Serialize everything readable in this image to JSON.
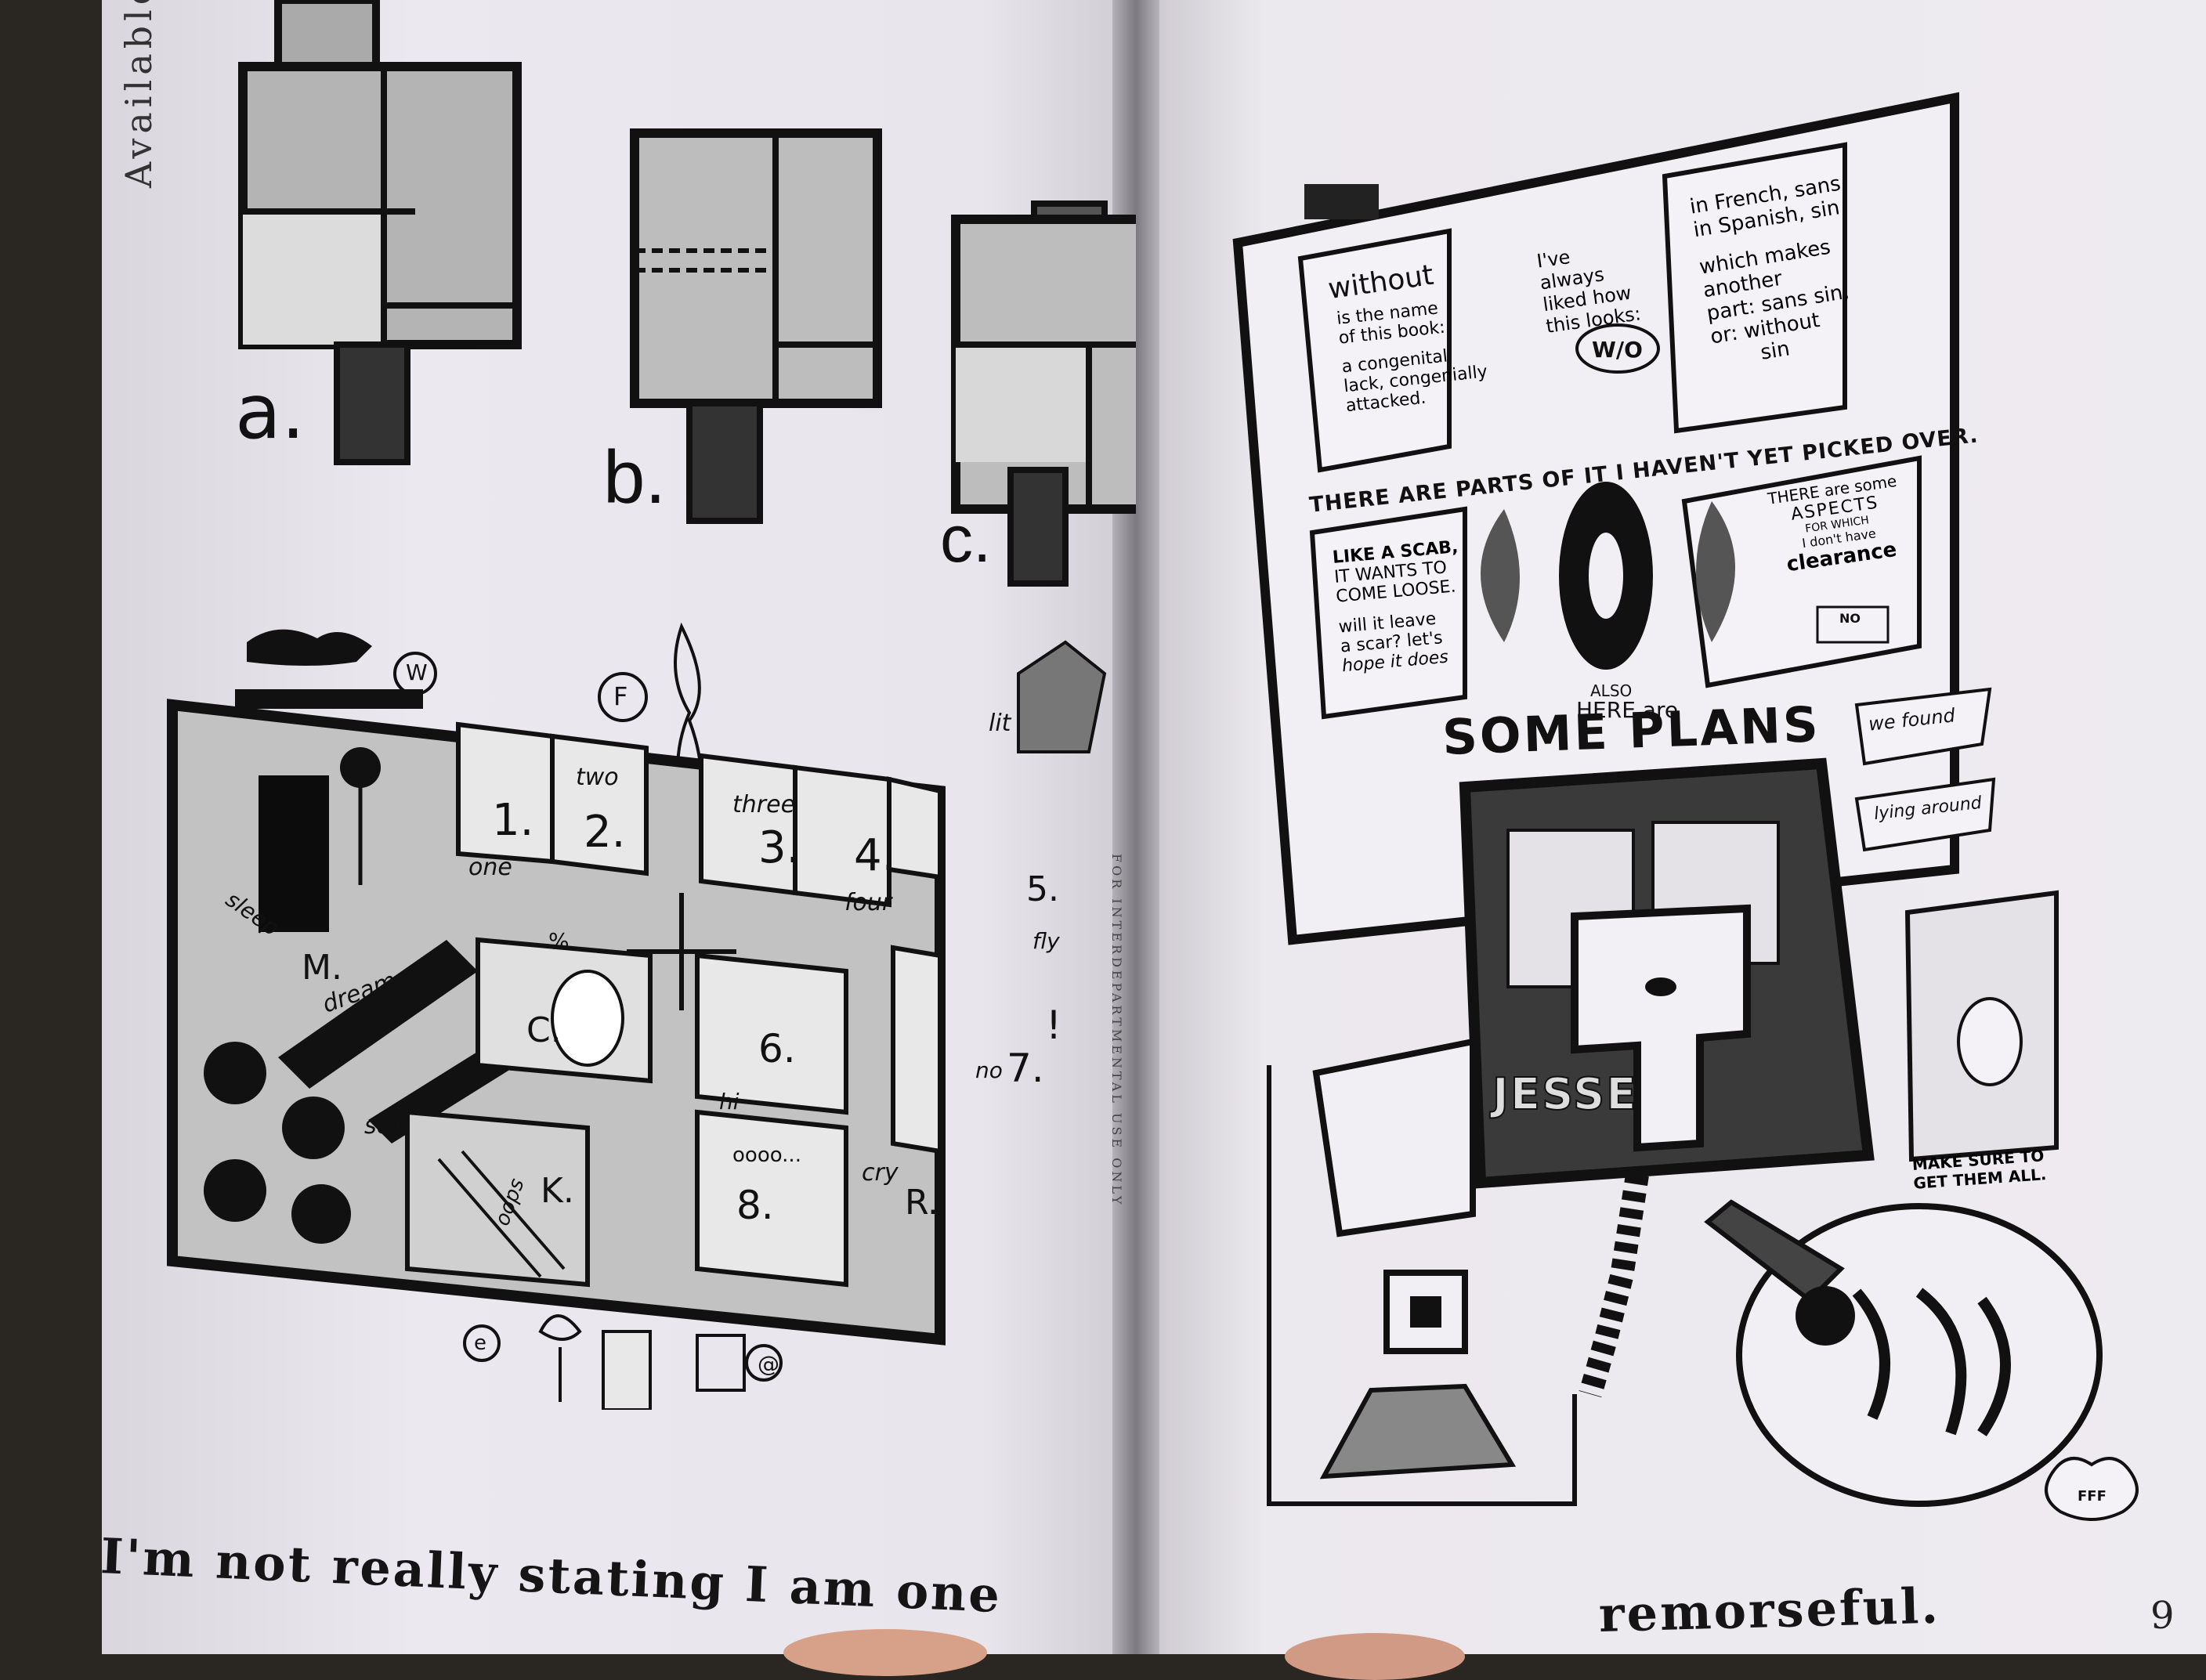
{
  "left_page": {
    "running_head": "Available Units",
    "unit_labels": [
      "a.",
      "b.",
      "c."
    ],
    "side_text": "FOR INTERDEPARTMENTAL USE ONLY",
    "map_labels": {
      "w": "W",
      "f": "F",
      "lit": "lit",
      "r1": "1.",
      "r1w": "one",
      "r2": "2.",
      "r2w": "two",
      "r3": "3.",
      "r3w": "three",
      "r4": "4.",
      "r4w": "four",
      "r5": "5.",
      "fly": "fly",
      "m": "M.",
      "sleep": "sleep",
      "dream": "dream",
      "pct": "%",
      "c": "C.",
      "r6": "6.",
      "hi": "hi",
      "r7": "7.",
      "no": "no",
      "bang": "!",
      "self": "self",
      "k": "K.",
      "oops": "oops",
      "r8": "8.",
      "dots": "oooo...",
      "cry": "cry",
      "r": "R.",
      "e": "e",
      "at": "@"
    },
    "caption": "I'm not really stating I am one"
  },
  "right_page": {
    "panel1_title": "without",
    "panel1_body": [
      "is the name",
      "of this book:",
      "a congenital",
      "lack, congenially",
      "attacked."
    ],
    "panel2_text": [
      "I've",
      "always",
      "liked how",
      "this looks:"
    ],
    "panel2_symbol": "W/O",
    "panel3_text": [
      "in French, sans",
      "in Spanish, sin",
      "which makes",
      "another",
      "part: sans sin,",
      "or: without",
      "sin"
    ],
    "banner_text": "THERE ARE PARTS OF IT I HAVEN'T YET PICKED OVER.",
    "panel4_text": [
      "LIKE A SCAB,",
      "IT WANTS TO",
      "COME LOOSE.",
      "will it leave",
      "a scar? let's",
      "hope it does"
    ],
    "panel5_text": [
      "THERE are some",
      "ASPECTS",
      "FOR WHICH",
      "I don't have",
      "clearance"
    ],
    "sign_no": "NO",
    "also_text": "ALSO",
    "here_are": "HERE are",
    "title_plans": "SOME PLANS",
    "ribbon1": "we found",
    "ribbon2": "lying around",
    "jesse": "JESSE",
    "make_sure": [
      "MAKE SURE TO",
      "GET THEM ALL."
    ],
    "fff": "FFF",
    "caption": "remorseful.",
    "page_number": "9"
  }
}
